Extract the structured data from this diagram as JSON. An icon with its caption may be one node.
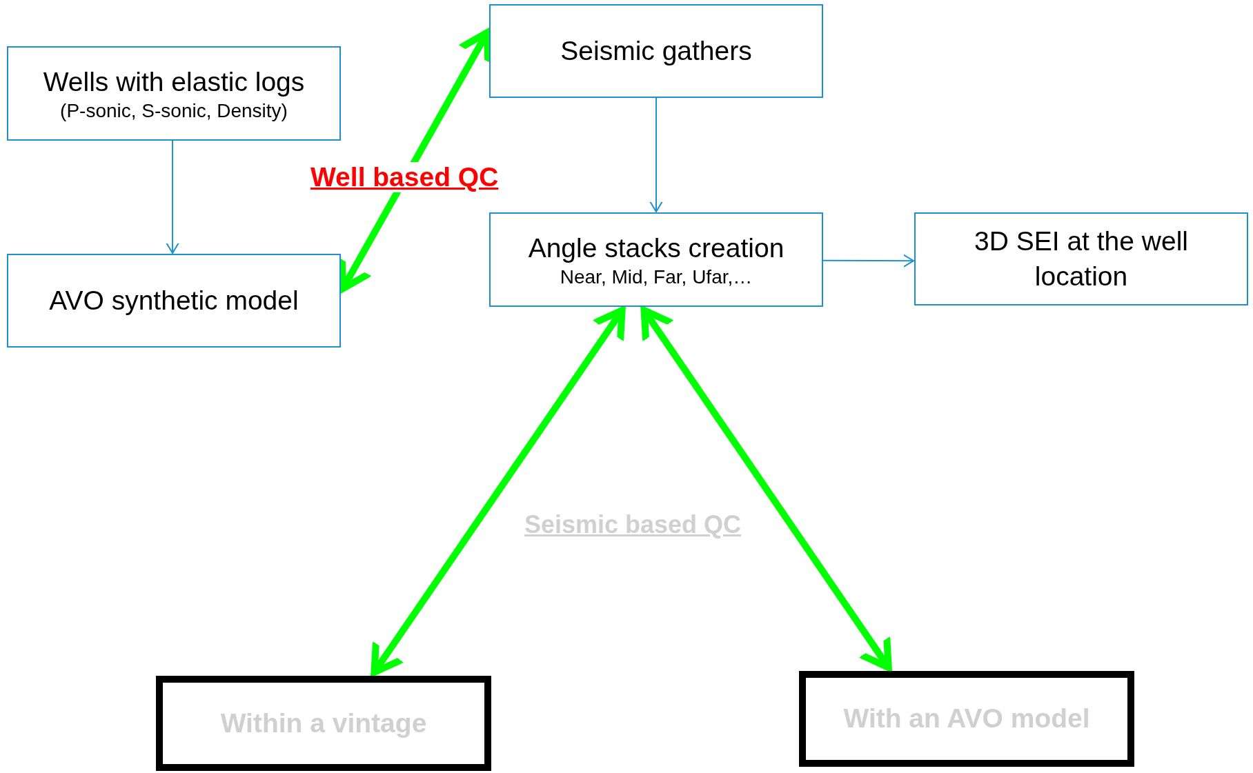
{
  "diagram": {
    "nodes": [
      {
        "text": [
          "Wells with elastic logs",
          "(P-sonic, S-sonic, Density)"
        ]
      },
      {
        "text": [
          "AVO synthetic model"
        ]
      },
      {
        "text": [
          "Seismic gathers"
        ]
      },
      {
        "text": [
          "Angle stacks creation",
          "Near, Mid, Far, Ufar,…"
        ]
      },
      {
        "text": [
          "3D SEI at the well location"
        ]
      },
      {
        "text": [
          "Within a vintage"
        ]
      },
      {
        "text": [
          "With an AVO model"
        ]
      }
    ],
    "edges": [
      {
        "from": 0,
        "to": 1,
        "arrow": "to"
      },
      {
        "from": 1,
        "to": 2,
        "arrow": "both",
        "label": "Well based QC",
        "style": "thick",
        "color": "#00ff00"
      },
      {
        "from": 2,
        "to": 3,
        "arrow": "to"
      },
      {
        "from": 3,
        "to": 4,
        "arrow": "to"
      },
      {
        "from": 3,
        "to": 5,
        "arrow": "both",
        "style": "thick",
        "color": "#00ff00"
      },
      {
        "from": 3,
        "to": 6,
        "arrow": "both",
        "style": "thick",
        "color": "#00ff00"
      }
    ],
    "labels": [
      "Seismic based QC"
    ]
  }
}
